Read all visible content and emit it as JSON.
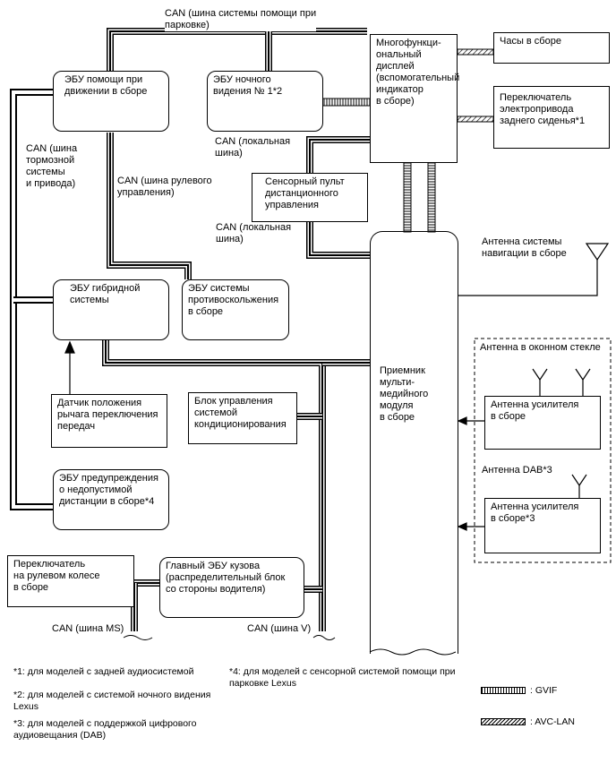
{
  "bus_labels": {
    "parking": "CAN (шина системы помощи при\nпарковке)",
    "brake": "CAN (шина\nтормозной\nсистемы\nи привода)",
    "steering": "CAN (шина рулевого\nуправления)",
    "local1": "CAN (локальная\nшина)",
    "local2": "CAN (локальная\nшина)",
    "ms": "CAN (шина MS)",
    "v": "CAN (шина V)"
  },
  "boxes": {
    "drive_assist": "ЭБУ помощи при\nдвижении в сборе",
    "night_vision": "ЭБУ ночного\nвидения № 1*2",
    "mfd": "Многофункци-\nональный\nдисплей\n(вспомогательный\nиндикатор\nв сборе)",
    "clock": "Часы в сборе",
    "seat_switch": "Переключатель\nэлектропривода\nзаднего сиденья*1",
    "touchpad": "Сенсорный пульт\nдистанционного\nуправления",
    "hybrid": "ЭБУ гибридной\nсистемы",
    "pcs": "ЭБУ системы\nпротивоскольжения\nв сборе",
    "receiver": "Приемник\nмульти-\nмедийного\nмодуля\nв сборе",
    "shift_sensor": "Датчик положения\nрычага переключения\nпередач",
    "ac": "Блок управления\nсистемой\nкондиционирования",
    "distance": "ЭБУ предупреждения\nо недопустимой\nдистанции в сборе*4",
    "steering_switch": "Переключатель\nна рулевом колесе\nв сборе",
    "body_ecu": "Главный ЭБУ кузова\n(распределительный блок\nсо стороны водителя)",
    "amp_antenna1": "Антенна усилителя\nв сборе",
    "amp_antenna2": "Антенна усилителя\nв сборе*3"
  },
  "antenna_labels": {
    "nav": "Антенна системы\nнавигации в сборе",
    "window": "Антенна в оконном стекле",
    "dab": "Антенна DAB*3"
  },
  "notes": {
    "n1": "*1: для моделей с задней аудиосистемой",
    "n2": "*2: для моделей с системой ночного видения\nLexus",
    "n3": "*3: для моделей с поддержкой цифрового\nаудиовещания (DAB)",
    "n4": "*4: для моделей с сенсорной системой помощи при\nпарковке Lexus"
  },
  "legend": {
    "gvif": ": GVIF",
    "avc": ": AVC-LAN"
  }
}
